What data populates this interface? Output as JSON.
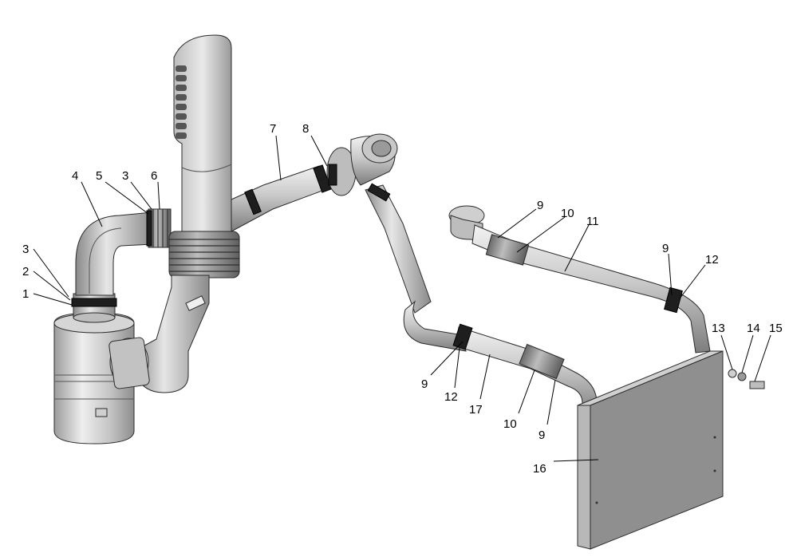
{
  "callouts": [
    {
      "id": "c1",
      "label": "1"
    },
    {
      "id": "c2",
      "label": "2"
    },
    {
      "id": "c3a",
      "label": "3"
    },
    {
      "id": "c4",
      "label": "4"
    },
    {
      "id": "c5",
      "label": "5"
    },
    {
      "id": "c3b",
      "label": "3"
    },
    {
      "id": "c6",
      "label": "6"
    },
    {
      "id": "c7",
      "label": "7"
    },
    {
      "id": "c8",
      "label": "8"
    },
    {
      "id": "c9a",
      "label": "9"
    },
    {
      "id": "c10a",
      "label": "10"
    },
    {
      "id": "c11",
      "label": "11"
    },
    {
      "id": "c9b",
      "label": "9"
    },
    {
      "id": "c12a",
      "label": "12"
    },
    {
      "id": "c13",
      "label": "13"
    },
    {
      "id": "c14",
      "label": "14"
    },
    {
      "id": "c15",
      "label": "15"
    },
    {
      "id": "c9c",
      "label": "9"
    },
    {
      "id": "c12b",
      "label": "12"
    },
    {
      "id": "c17",
      "label": "17"
    },
    {
      "id": "c10b",
      "label": "10"
    },
    {
      "id": "c9d",
      "label": "9"
    },
    {
      "id": "c16",
      "label": "16"
    }
  ],
  "colors": {
    "metal_light": "#d9d9d9",
    "metal_mid": "#b3b3b3",
    "metal_dark": "#8a8a8a",
    "panel": "#8f8f8f",
    "panel_side": "#b8b8b8",
    "clamp": "#1e1e1e"
  }
}
